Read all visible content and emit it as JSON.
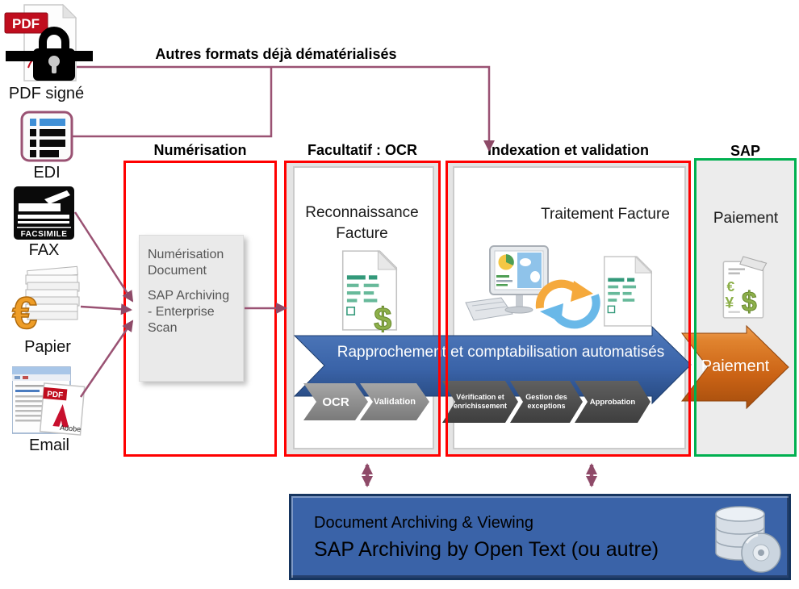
{
  "note": "Autres formats déjà dématérialisés",
  "sources": [
    {
      "label": "PDF signé"
    },
    {
      "label": "EDI"
    },
    {
      "label": "FAX"
    },
    {
      "label": "Papier"
    },
    {
      "label": "Email"
    }
  ],
  "icon_texts": {
    "pdf_badge": "PDF",
    "fax_brand": "FACSIMILE",
    "email_pdf_badge": "PDF",
    "adobe_label": "Adobe",
    "euro": "€",
    "dollar": "$",
    "yen": "¥"
  },
  "columns": {
    "numerisation": {
      "header": "Numérisation",
      "scan_box_line1": "Numérisation Document",
      "scan_box_line2": "SAP Archiving - Enterprise Scan"
    },
    "ocr": {
      "header": "Facultatif : OCR",
      "title": "Reconnaissance Facture"
    },
    "indexation": {
      "header": "Indexation et validation",
      "title": "Traitement Facture"
    },
    "sap": {
      "header": "SAP",
      "payment_label": "Paiement"
    }
  },
  "flow": {
    "main_arrow": "Rapprochement et comptabilisation automatisés",
    "payment_arrow": "Paiement",
    "chevrons": [
      {
        "label": "OCR"
      },
      {
        "label": "Validation"
      },
      {
        "label": "Vérification et enrichissement"
      },
      {
        "label": "Gestion des exceptions"
      },
      {
        "label": "Approbation"
      }
    ]
  },
  "archive": {
    "line1": "Document Archiving & Viewing",
    "line2": "SAP  Archiving by Open Text (ou autre)"
  },
  "colors": {
    "box_red": "#FF0000",
    "box_green": "#00B050",
    "connector_purple": "#9A5273",
    "arrow_blue": "#3A63A8",
    "arrow_orange": "#C55A11",
    "chevron_gray": "#8A8A8A",
    "chevron_dark": "#4C4C4C",
    "archive_blue": "#3A63A8"
  }
}
